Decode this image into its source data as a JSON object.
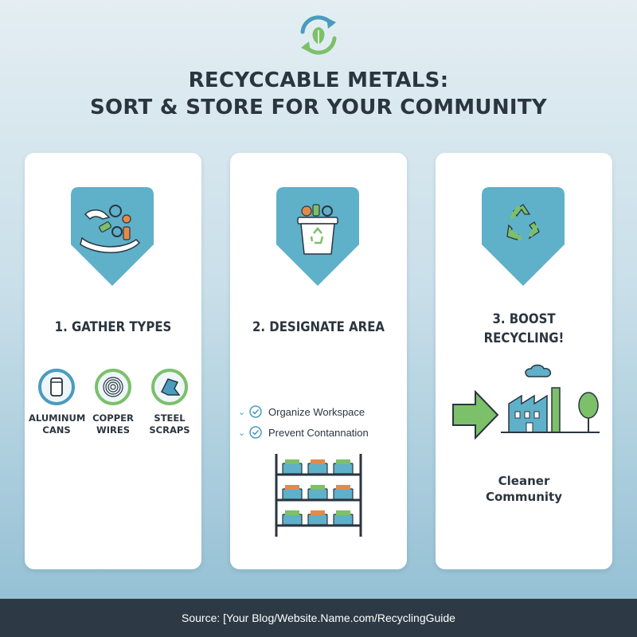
{
  "header": {
    "title_line1": "RECYCCABLE METALS:",
    "title_line2": "SORT & STORE FOR YOUR COMMUNITY",
    "logo_icon": "recycle-leaf-icon"
  },
  "cards": [
    {
      "title": "1. GATHER TYPES",
      "badge_icon": "hands-sorting-metal-icon",
      "items": [
        {
          "line1": "ALUMINUM",
          "line2": "CANS",
          "icon": "can-icon"
        },
        {
          "line1": "COPPER",
          "line2": "WIRES",
          "icon": "wire-coil-icon"
        },
        {
          "line1": "STEEL",
          "line2": "SCRAPS",
          "icon": "scrap-icon"
        }
      ]
    },
    {
      "title": "2. DESIGNATE AREA",
      "badge_icon": "recycling-bin-icon",
      "checklist": [
        "Organize Workspace",
        "Prevent Contаnnation"
      ],
      "illustration": "storage-shelf-icon"
    },
    {
      "title_line1": "3. BOOST",
      "title_line2": "RECYCLING!",
      "badge_icon": "recycle-arrows-icon",
      "result_line1": "Cleaner",
      "result_line2": "Community"
    }
  ],
  "footer": {
    "source": "Source: [Your Blog/Website.Name.com/RecyclingGuide"
  },
  "colors": {
    "badge": "#5fb0c9",
    "green": "#7cc06a",
    "blue": "#4a9cbf",
    "text": "#2b3540",
    "footer": "#2d3a45"
  }
}
